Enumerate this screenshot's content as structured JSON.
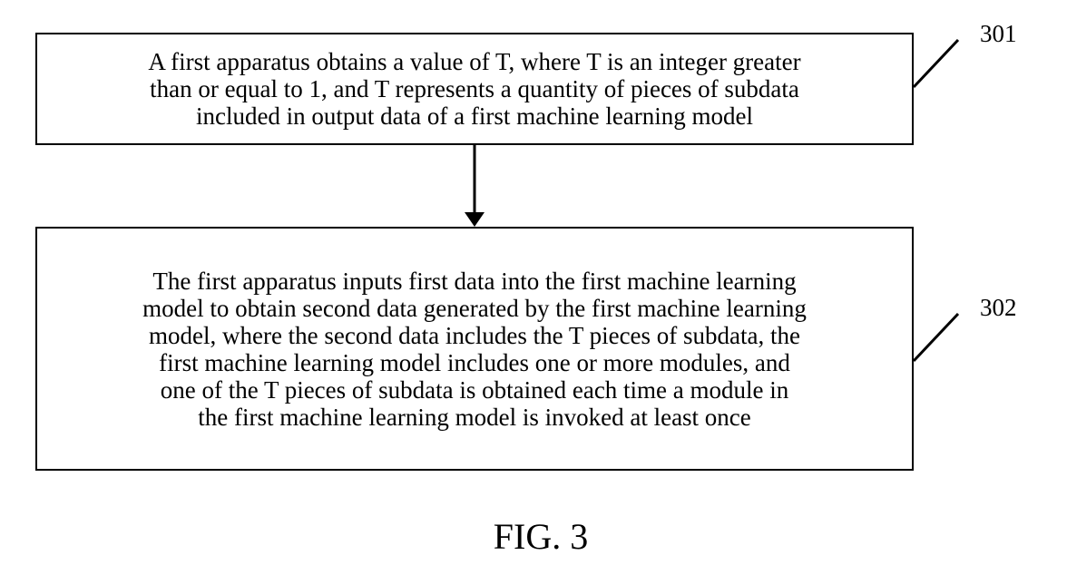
{
  "steps": [
    {
      "ref": "301",
      "text": "A first apparatus obtains a value of T, where T is an integer greater\nthan or equal to 1, and T represents a quantity of pieces of subdata\nincluded in output data of a first machine learning model"
    },
    {
      "ref": "302",
      "text": "The first apparatus inputs first data into the first machine learning\nmodel to obtain second data generated by the first machine learning\nmodel, where the second data includes the T pieces of subdata, the\nfirst machine learning model includes one or more modules, and\none of the T pieces of subdata is obtained each time a module in\nthe first machine learning model is invoked at least once"
    }
  ],
  "caption": "FIG. 3",
  "colors": {
    "ink": "#000000",
    "background": "#ffffff"
  }
}
